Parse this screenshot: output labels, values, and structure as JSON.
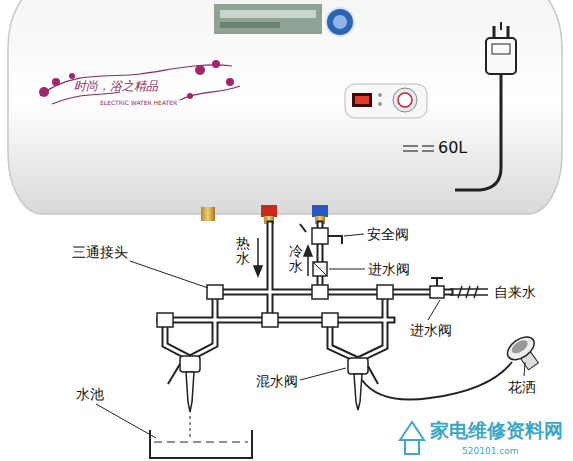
{
  "diagram": {
    "labels": [
      "三通接头",
      "热水",
      "冷水",
      "安全阀",
      "进水阀",
      "自来水",
      "进水阀",
      "花洒",
      "水池",
      "混水阀",
      "60L",
      "时尚，浴之精品",
      "ELECTRIC WATER HEATER",
      "家电维修资料网",
      "520101.com"
    ]
  }
}
